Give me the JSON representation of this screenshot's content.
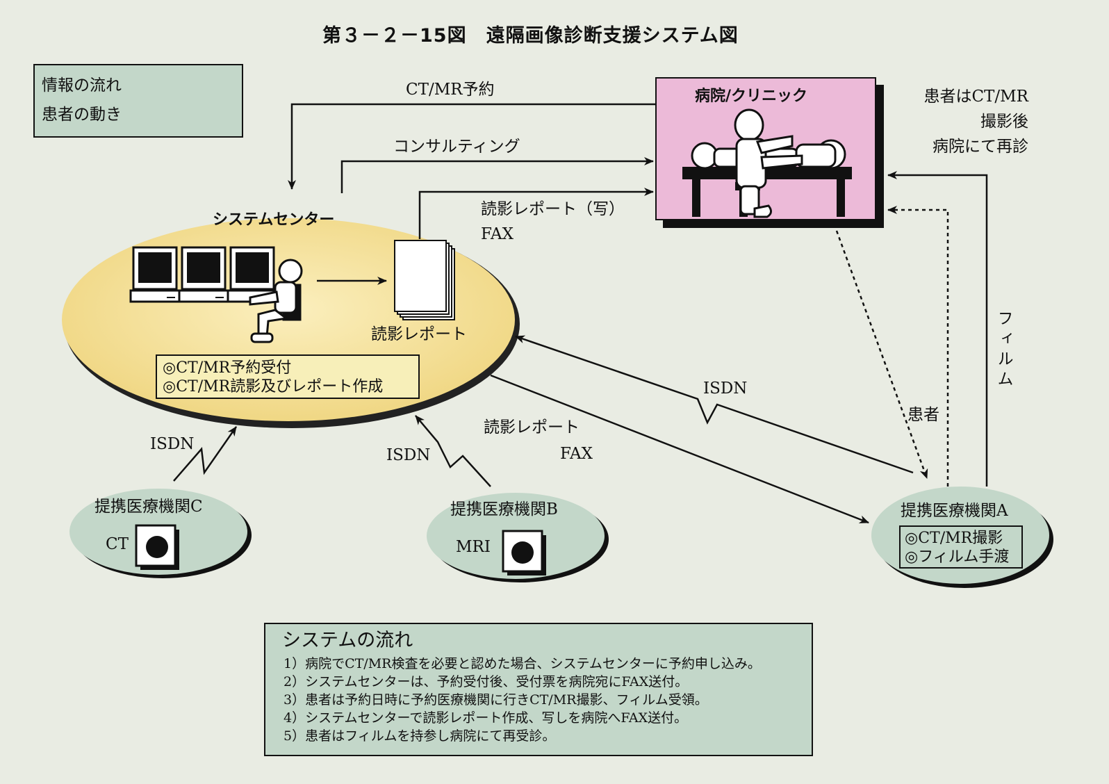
{
  "title": "第３－２－15図　遠隔画像診断支援システム図",
  "legend": {
    "info_flow": "情報の流れ",
    "patient_move": "患者の動き"
  },
  "hospital": {
    "label": "病院/クリニック"
  },
  "system_center": {
    "label": "システムセンター",
    "report_label": "読影レポート",
    "tasks": [
      "◎CT/MR予約受付",
      "◎CT/MR読影及びレポート作成"
    ]
  },
  "facility_a": {
    "label": "提携医療機関A",
    "tasks": [
      "◎CT/MR撮影",
      "◎フィルム手渡"
    ]
  },
  "facility_b": {
    "label": "提携医療機関B",
    "device": "MRI"
  },
  "facility_c": {
    "label": "提携医療機関C",
    "device": "CT"
  },
  "arrows": {
    "reservation": "CT/MR予約",
    "consulting": "コンサルティング",
    "report_copy": "読影レポート（写）",
    "report_copy_fax": "FAX",
    "report": "読影レポート",
    "report_fax": "FAX",
    "isdn_a": "ISDN",
    "isdn_b": "ISDN",
    "isdn_c": "ISDN",
    "patient": "患者",
    "film": "フィルム",
    "revisit": [
      "患者はCT/MR",
      "撮影後",
      "病院にて再診"
    ]
  },
  "system_flow": {
    "title": "システムの流れ",
    "steps": [
      "1）病院でCT/MR検査を必要と認めた場合、システムセンターに予約申し込み。",
      "2）システムセンターは、予約受付後、受付票を病院宛にFAX送付。",
      "3）患者は予約日時に予約医療機関に行きCT/MR撮影、フィルム受領。",
      "4）システムセンターで読影レポート作成、写しを病院へFAX送付。",
      "5）患者はフィルムを持参し病院にて再受診。"
    ]
  },
  "colors": {
    "background": "#e9ece3",
    "system_center_fill": "#f3dc8e",
    "hospital_fill": "#ecbad8",
    "facility_fill": "#c3d7c9",
    "box_fill": "#c3d7c9"
  }
}
